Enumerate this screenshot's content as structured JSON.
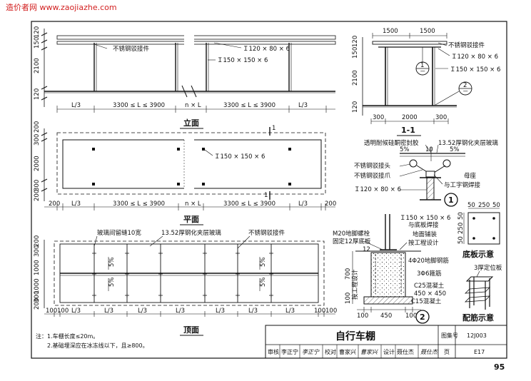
{
  "watermark": "造价者网 www.zaojiazhe.com",
  "page_number": "95",
  "elevation": {
    "title": "立面",
    "labels": {
      "connector": "不锈钢驳接件",
      "beam": "Ｉ120 × 80 × 6",
      "column": "Ｉ150 × 150 × 6"
    },
    "left_dims": [
      "120",
      "150",
      "2100",
      "120"
    ],
    "bottom_dims": [
      "L/3",
      "3300 ≤ L ≤ 3900",
      "n × L",
      "3300 ≤ L ≤ 3900",
      "L/3"
    ]
  },
  "plan": {
    "title": "平面",
    "column_label": "Ｉ150 × 150 × 6",
    "left_dims": [
      "300",
      "200",
      "2000",
      "300",
      "200"
    ],
    "bottom_dims": [
      "200",
      "L/3",
      "3300 ≤ L ≤ 3900",
      "n × L",
      "3300 ≤ L ≤ 3900",
      "L/3",
      "200"
    ],
    "section_mark": "1"
  },
  "top_view": {
    "title": "顶面",
    "labels": {
      "gap": "玻璃间留缝10宽",
      "glass": "13.52厚钢化夹层玻璃",
      "connector": "不锈钢驳接件"
    },
    "slopes": [
      "5%",
      "5%",
      "5%",
      "5%"
    ],
    "left_dims": [
      "200",
      "300",
      "1000",
      "1000",
      "300",
      "200"
    ],
    "bottom_dims": [
      "100",
      "100",
      "L/3",
      "L/3",
      "L/3",
      "L/3",
      "L/3",
      "L/3",
      "L/3",
      "100",
      "100"
    ]
  },
  "section": {
    "title": "1-1",
    "top_dims": [
      "1500",
      "1500"
    ],
    "left_dims": [
      "120",
      "150",
      "2100",
      "120"
    ],
    "bottom_dims": [
      "300",
      "2000",
      "300"
    ],
    "labels": {
      "connector": "不锈钢驳接件",
      "beam": "Ｉ120 × 80 × 6",
      "column": "Ｉ150 × 150 × 6"
    },
    "callout1_top": "1",
    "callout1_bottom": "－",
    "callout2_top": "2",
    "callout2_bottom": "－"
  },
  "detail1": {
    "number": "1",
    "labels": {
      "sealant": "透明耐候硅酮密封胶",
      "glass": "13.52厚钢化夹层玻璃",
      "dim10": "10",
      "slope_l": "5%",
      "slope_r": "5%",
      "head": "不锈钢驳接头",
      "claw": "不锈钢驳接爪",
      "seat1": "母座",
      "seat2": "与工字钢焊接",
      "beam": "Ｉ120 × 80 × 6"
    }
  },
  "detail2": {
    "number": "2",
    "labels": {
      "column": "Ｉ150 × 150 × 6",
      "weld": "与底板焊接",
      "paving1": "地面铺装",
      "paving2": "按工程设计",
      "bolt1": "M20地脚螺栓",
      "bolt2": "固定12厚底板",
      "rebar": "4Φ20地脚钢筋",
      "stirrup": "3Φ6箍筋",
      "concrete": "C25混凝土",
      "size": "450 × 450",
      "base": "C15混凝土",
      "design": "按工程设计",
      "d700": "700",
      "d100": "100",
      "dim_small": "12",
      "bottom_dims": [
        "100",
        "450",
        "100"
      ]
    }
  },
  "baseplate": {
    "title": "底板示意",
    "top_dims": [
      "50",
      "250",
      "50"
    ],
    "side_dims": [
      "50",
      "250",
      "50"
    ]
  },
  "rebar_cage": {
    "title": "配筋示意",
    "label": "3厚定位板"
  },
  "notes": {
    "heading": "注：",
    "items": [
      "1.车棚长度≤20m。",
      "2.基础埋深应在冰冻线以下，且≥800。"
    ]
  },
  "title_block": {
    "drawing_title": "自行车棚",
    "atlas_label": "图集号",
    "atlas_number": "12J003",
    "review_label": "审核",
    "reviewer": "李正宁",
    "reviewer_sign": "李正宁",
    "check_label": "校对",
    "checker": "曹家兴",
    "checker_sign": "曹家兴",
    "design_label": "设计",
    "designer": "聂仕杰",
    "designer_sign": "聂仕杰",
    "page_label": "页",
    "page_code": "E17"
  }
}
